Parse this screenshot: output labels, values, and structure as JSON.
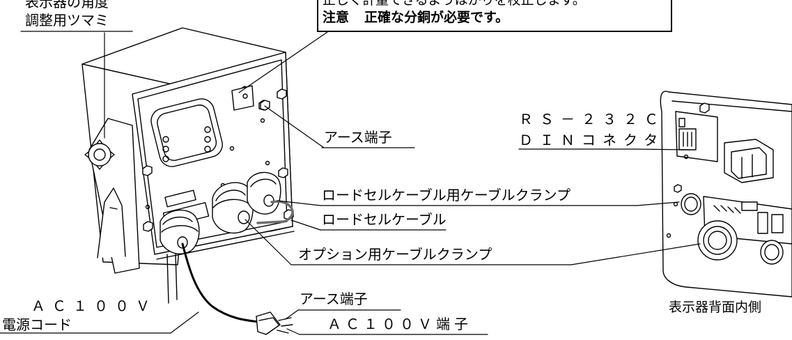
{
  "labels": {
    "knob": [
      "表示器の角度",
      "調整用ツマミ"
    ],
    "notice_line1": "正しく計量できるようはかりを校正します。",
    "notice_attention": "注意",
    "notice_line2": "正確な分銅が必要です。",
    "earth_terminal": "アース端子",
    "rs232c": "ＲＳ－２３２Ｃ",
    "din_connector": "ＤＩＮコネクタ",
    "loadcell_cable_clamp": "ロードセルケーブル用ケーブルクランプ",
    "loadcell_cable": "ロードセルケーブル",
    "option_cable_clamp": "オプション用ケーブルクランプ",
    "plug_earth_terminal": "アース端子",
    "ac100v": "ＡＣ１００Ｖ",
    "power_cord": "電源コード",
    "ac100v_terminal": "ＡＣ１００Ｖ端子",
    "rear_inside": "表示器背面内側"
  },
  "colors": {
    "line": "#000000",
    "cable_gray": "#6e6e6e",
    "background": "#ffffff"
  }
}
